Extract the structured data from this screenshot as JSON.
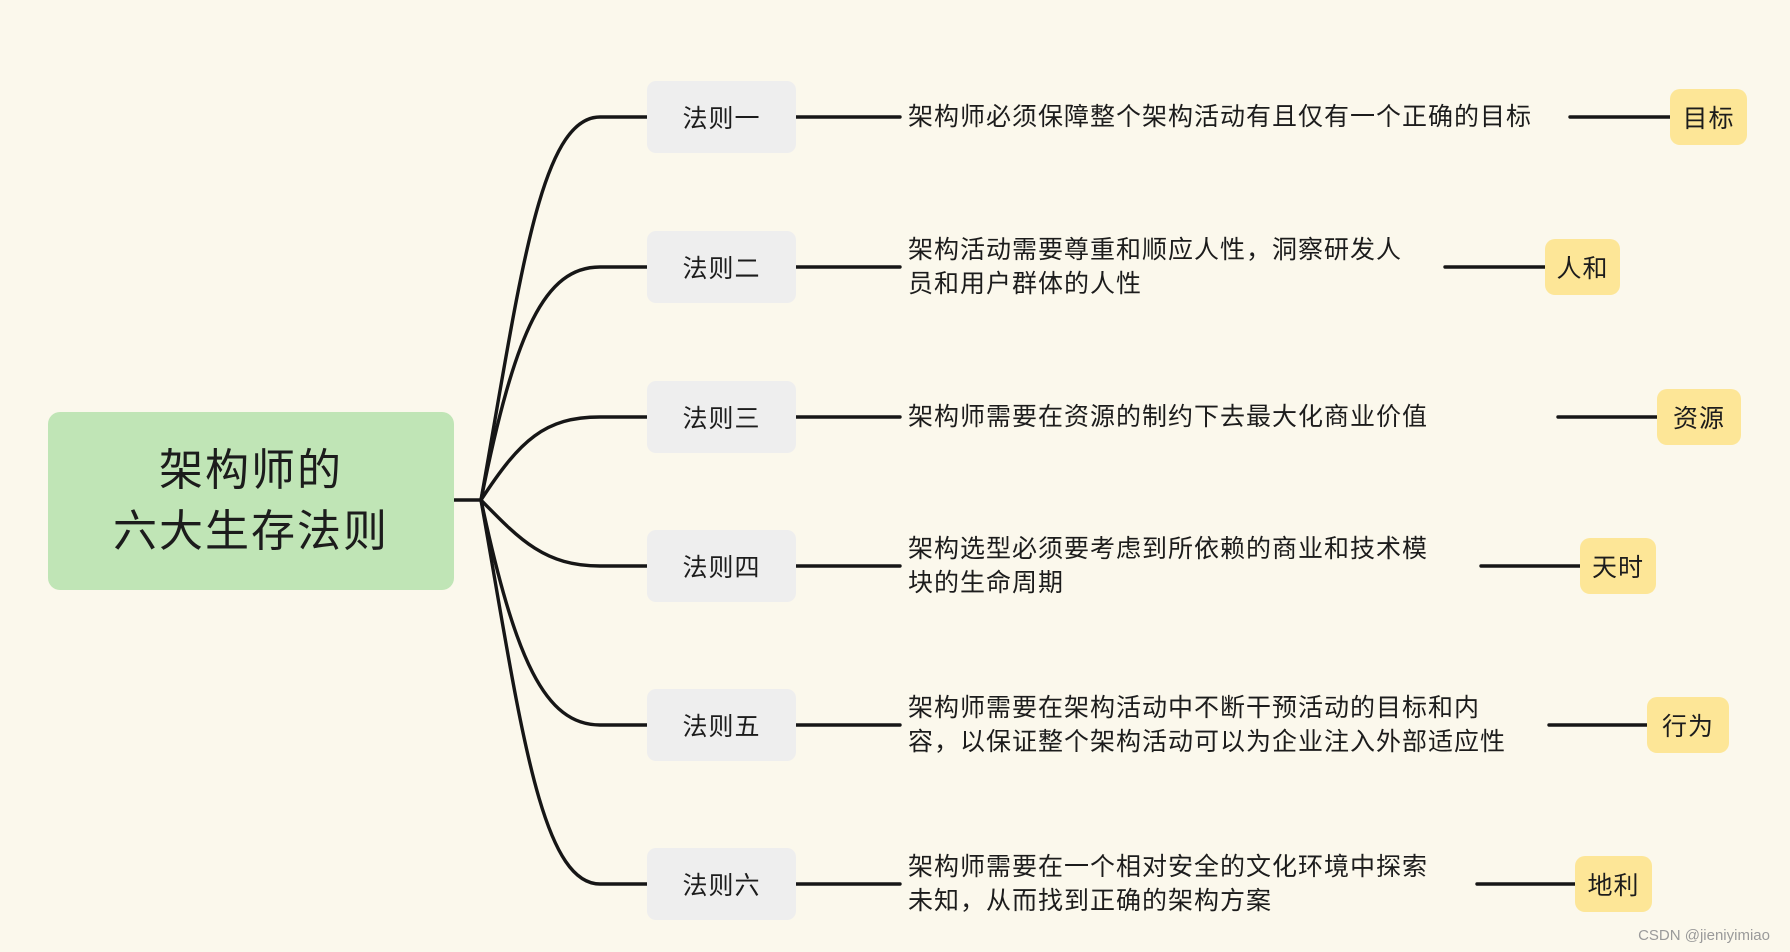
{
  "root": {
    "line1": "架构师的",
    "line2": "六大生存法则"
  },
  "rules": [
    {
      "label": "法则一",
      "desc_lines": [
        "架构师必须保障整个架构活动有且仅有一个正确的目标"
      ],
      "tag": "目标"
    },
    {
      "label": "法则二",
      "desc_lines": [
        "架构活动需要尊重和顺应人性，洞察研发人",
        "员和用户群体的人性"
      ],
      "tag": "人和"
    },
    {
      "label": "法则三",
      "desc_lines": [
        "架构师需要在资源的制约下去最大化商业价值"
      ],
      "tag": "资源"
    },
    {
      "label": "法则四",
      "desc_lines": [
        "架构选型必须要考虑到所依赖的商业和技术模",
        "块的生命周期"
      ],
      "tag": "天时"
    },
    {
      "label": "法则五",
      "desc_lines": [
        "架构师需要在架构活动中不断干预活动的目标和内",
        "容，以保证整个架构活动可以为企业注入外部适应性"
      ],
      "tag": "行为"
    },
    {
      "label": "法则六",
      "desc_lines": [
        "架构师需要在一个相对安全的文化环境中探索",
        "未知，从而找到正确的架构方案"
      ],
      "tag": "地利"
    }
  ],
  "watermark": "CSDN @jieniyimiao",
  "colors": {
    "background": "#fbf8ec",
    "root_fill": "#c0e5b6",
    "rule_fill": "#eeeeee",
    "tag_fill": "#fde697",
    "line": "#161616"
  }
}
